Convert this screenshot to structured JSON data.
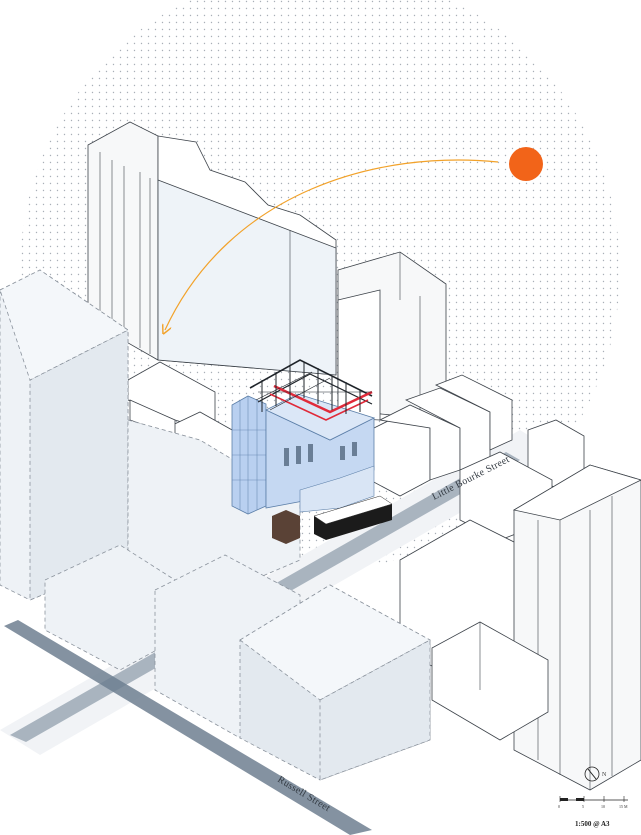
{
  "streets": {
    "little_bourke": "Little Bourke Street",
    "russell": "Russell Street"
  },
  "north_arrow": {
    "label": "N"
  },
  "scale_bar": {
    "ticks": [
      "0",
      "5",
      "10",
      "15 M"
    ],
    "ratio": "1:500 @ A3"
  },
  "colors": {
    "sun": "#f26419",
    "sun_path": "#f2a22a",
    "site_glass": "#b9d0f0",
    "roof_truss": "#e02a3a",
    "street_band": "#6e7f91"
  },
  "icons": {
    "sun": "sun-icon",
    "north": "north-arrow-icon"
  }
}
